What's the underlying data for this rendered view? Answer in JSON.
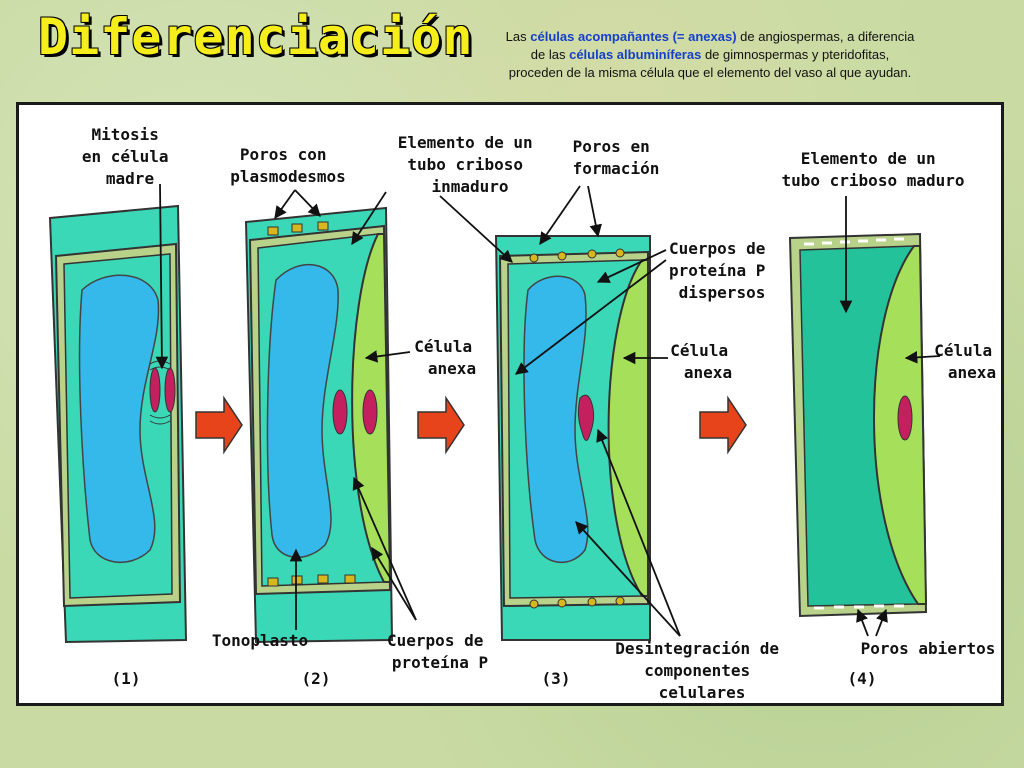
{
  "title": "Diferenciación",
  "intro": {
    "line1_pre": "Las ",
    "line1_hl": "células acompañantes (= anexas)",
    "line1_post": " de angiospermas, a diferencia",
    "line2_pre": "de las ",
    "line2_hl": "células albuminíferas",
    "line2_post": " de gimnospermas y pteridofitas,",
    "line3": "proceden de la misma célula que el elemento del vaso al que ayudan."
  },
  "labels": {
    "mitosis": [
      "Mitosis",
      "en célula",
      "madre"
    ],
    "poros_plasmo": [
      "Poros con",
      "plasmodesmos"
    ],
    "elemento_inmaduro": [
      "Elemento de un",
      "tubo criboso",
      "inmaduro"
    ],
    "poros_formacion": [
      "Poros en",
      "formación"
    ],
    "cuerpos_dispersos": [
      "Cuerpos de",
      "proteína P",
      "dispersos"
    ],
    "elemento_maduro": [
      "Elemento de un",
      "tubo criboso  maduro"
    ],
    "celula_anexa_2": [
      "Célula",
      "anexa"
    ],
    "celula_anexa_3": [
      "Célula",
      "anexa"
    ],
    "celula_anexa_4": [
      "Célula",
      "anexa"
    ],
    "tonoplasto": "Tonoplasto",
    "cuerpos_p": [
      "Cuerpos de",
      "proteína P"
    ],
    "desintegracion": [
      "Desintegración de",
      "componentes",
      "celulares"
    ],
    "poros_abiertos": "Poros abiertos",
    "stages": [
      "(1)",
      "(2)",
      "(3)",
      "(4)"
    ]
  },
  "colors": {
    "wall": "#b8d28a",
    "cytoplasm": "#3ad8b6",
    "vacuole": "#35b8ea",
    "annex": "#a6e05a",
    "nucleus": "#c42060",
    "arrow": "#e8441c",
    "pore": "#d7b61e",
    "mature": "#24c29a"
  }
}
